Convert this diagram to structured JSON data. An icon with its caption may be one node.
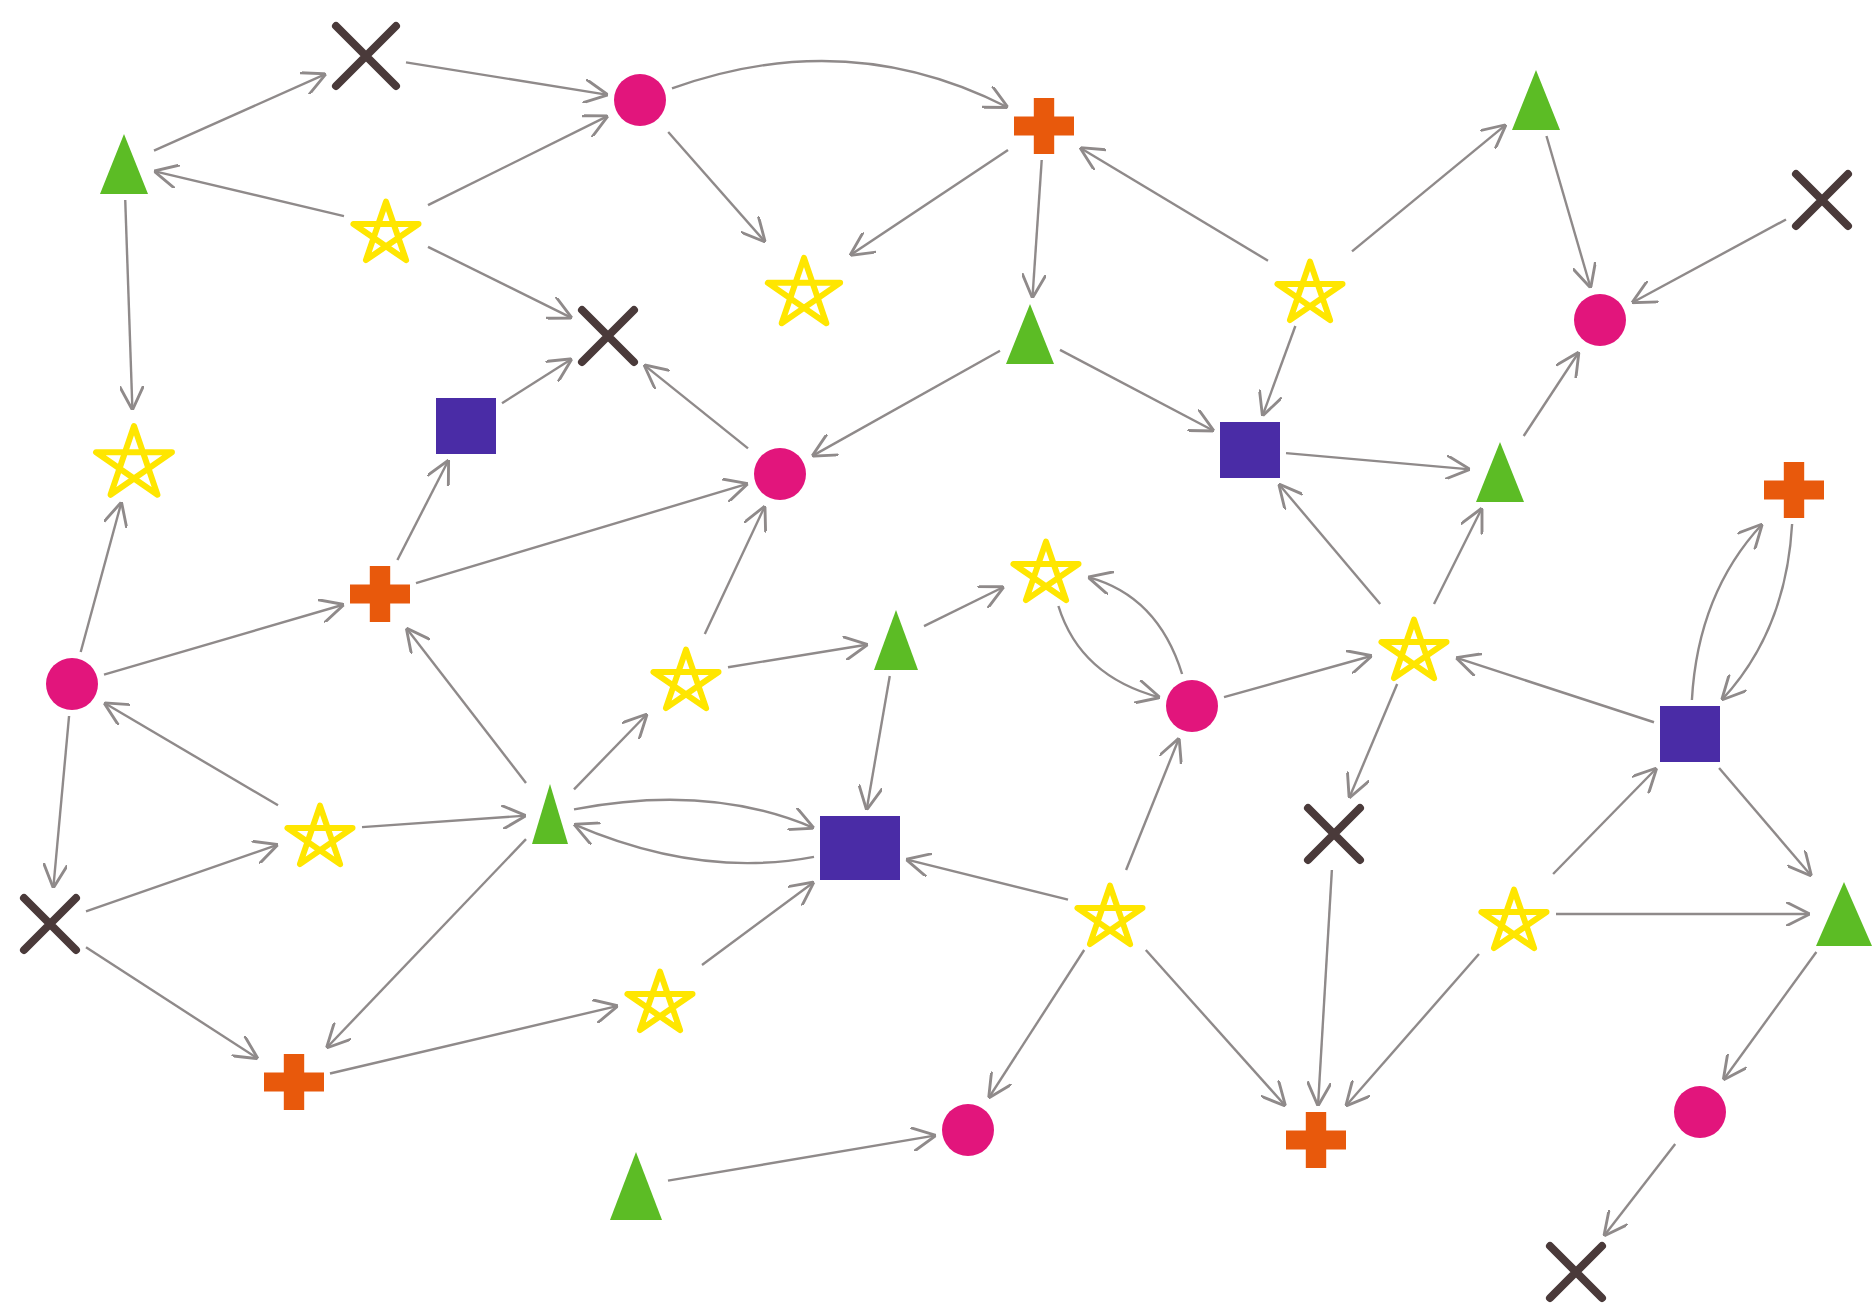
{
  "diagram": {
    "nodes": [
      {
        "text": [],
        "shape": "cross"
      },
      {
        "text": [],
        "shape": "circle"
      },
      {
        "text": [],
        "shape": "plus"
      },
      {
        "text": [],
        "shape": "triangle"
      },
      {
        "text": [],
        "shape": "triangle"
      },
      {
        "text": [],
        "shape": "star"
      },
      {
        "text": [],
        "shape": "cross"
      },
      {
        "text": [],
        "shape": "star"
      },
      {
        "text": [],
        "shape": "star"
      },
      {
        "text": [],
        "shape": "triangle"
      },
      {
        "text": [],
        "shape": "cross"
      },
      {
        "text": [],
        "shape": "circle"
      },
      {
        "text": [],
        "shape": "square"
      },
      {
        "text": [],
        "shape": "star"
      },
      {
        "text": [],
        "shape": "square"
      },
      {
        "text": [],
        "shape": "circle"
      },
      {
        "text": [],
        "shape": "triangle"
      },
      {
        "text": [],
        "shape": "plus"
      },
      {
        "text": [],
        "shape": "star"
      },
      {
        "text": [],
        "shape": "plus"
      },
      {
        "text": [],
        "shape": "star"
      },
      {
        "text": [],
        "shape": "triangle"
      },
      {
        "text": [],
        "shape": "star"
      },
      {
        "text": [],
        "shape": "circle"
      },
      {
        "text": [],
        "shape": "circle"
      },
      {
        "text": [],
        "shape": "square"
      },
      {
        "text": [],
        "shape": "star"
      },
      {
        "text": [],
        "shape": "triangle"
      },
      {
        "text": [],
        "shape": "cross"
      },
      {
        "text": [],
        "shape": "square"
      },
      {
        "text": [],
        "shape": "star"
      },
      {
        "text": [],
        "shape": "star"
      },
      {
        "text": [],
        "shape": "triangle"
      },
      {
        "text": [],
        "shape": "cross"
      },
      {
        "text": [],
        "shape": "star"
      },
      {
        "text": [],
        "shape": "plus"
      },
      {
        "text": [],
        "shape": "circle"
      },
      {
        "text": [],
        "shape": "triangle"
      },
      {
        "text": [],
        "shape": "plus"
      },
      {
        "text": [],
        "shape": "circle"
      },
      {
        "text": [],
        "shape": "cross"
      }
    ],
    "edges": [
      {
        "from": 4,
        "to": 0,
        "arrow": "to"
      },
      {
        "from": 0,
        "to": 1,
        "arrow": "to"
      },
      {
        "from": 1,
        "to": 2,
        "arrow": "to"
      },
      {
        "from": 1,
        "to": 7,
        "arrow": "to"
      },
      {
        "from": 5,
        "to": 4,
        "arrow": "to"
      },
      {
        "from": 5,
        "to": 1,
        "arrow": "to"
      },
      {
        "from": 5,
        "to": 10,
        "arrow": "to"
      },
      {
        "from": 4,
        "to": 13,
        "arrow": "to"
      },
      {
        "from": 2,
        "to": 7,
        "arrow": "to"
      },
      {
        "from": 2,
        "to": 9,
        "arrow": "to"
      },
      {
        "from": 8,
        "to": 2,
        "arrow": "to"
      },
      {
        "from": 8,
        "to": 3,
        "arrow": "to"
      },
      {
        "from": 3,
        "to": 11,
        "arrow": "to"
      },
      {
        "from": 6,
        "to": 11,
        "arrow": "to"
      },
      {
        "from": 8,
        "to": 14,
        "arrow": "to"
      },
      {
        "from": 9,
        "to": 14,
        "arrow": "to"
      },
      {
        "from": 9,
        "to": 15,
        "arrow": "to"
      },
      {
        "from": 15,
        "to": 10,
        "arrow": "to"
      },
      {
        "from": 12,
        "to": 10,
        "arrow": "to"
      },
      {
        "from": 19,
        "to": 12,
        "arrow": "to"
      },
      {
        "from": 19,
        "to": 15,
        "arrow": "to"
      },
      {
        "from": 14,
        "to": 16,
        "arrow": "to"
      },
      {
        "from": 16,
        "to": 11,
        "arrow": "to"
      },
      {
        "from": 22,
        "to": 14,
        "arrow": "to"
      },
      {
        "from": 22,
        "to": 16,
        "arrow": "to"
      },
      {
        "from": 23,
        "to": 13,
        "arrow": "to"
      },
      {
        "from": 23,
        "to": 19,
        "arrow": "to"
      },
      {
        "from": 23,
        "to": 33,
        "arrow": "to"
      },
      {
        "from": 26,
        "to": 23,
        "arrow": "to"
      },
      {
        "from": 27,
        "to": 19,
        "arrow": "to"
      },
      {
        "from": 26,
        "to": 27,
        "arrow": "to"
      },
      {
        "from": 33,
        "to": 26,
        "arrow": "to"
      },
      {
        "from": 33,
        "to": 35,
        "arrow": "to"
      },
      {
        "from": 27,
        "to": 20,
        "arrow": "to"
      },
      {
        "from": 20,
        "to": 15,
        "arrow": "to"
      },
      {
        "from": 20,
        "to": 21,
        "arrow": "to"
      },
      {
        "from": 27,
        "to": 29,
        "arrow": "to"
      },
      {
        "from": 29,
        "to": 27,
        "arrow": "to"
      },
      {
        "from": 27,
        "to": 35,
        "arrow": "to"
      },
      {
        "from": 35,
        "to": 34,
        "arrow": "to"
      },
      {
        "from": 34,
        "to": 29,
        "arrow": "to"
      },
      {
        "from": 21,
        "to": 29,
        "arrow": "to"
      },
      {
        "from": 21,
        "to": 18,
        "arrow": "to"
      },
      {
        "from": 18,
        "to": 24,
        "arrow": "to"
      },
      {
        "from": 24,
        "to": 18,
        "arrow": "to"
      },
      {
        "from": 24,
        "to": 22,
        "arrow": "to"
      },
      {
        "from": 30,
        "to": 24,
        "arrow": "to"
      },
      {
        "from": 30,
        "to": 29,
        "arrow": "to"
      },
      {
        "from": 30,
        "to": 36,
        "arrow": "to"
      },
      {
        "from": 30,
        "to": 38,
        "arrow": "to"
      },
      {
        "from": 22,
        "to": 28,
        "arrow": "to"
      },
      {
        "from": 28,
        "to": 38,
        "arrow": "to"
      },
      {
        "from": 31,
        "to": 38,
        "arrow": "to"
      },
      {
        "from": 31,
        "to": 25,
        "arrow": "to"
      },
      {
        "from": 31,
        "to": 32,
        "arrow": "to"
      },
      {
        "from": 25,
        "to": 22,
        "arrow": "to"
      },
      {
        "from": 25,
        "to": 17,
        "arrow": "to"
      },
      {
        "from": 17,
        "to": 25,
        "arrow": "to"
      },
      {
        "from": 25,
        "to": 32,
        "arrow": "to"
      },
      {
        "from": 32,
        "to": 39,
        "arrow": "to"
      },
      {
        "from": 39,
        "to": 40,
        "arrow": "to"
      },
      {
        "from": 37,
        "to": 36,
        "arrow": "to"
      }
    ]
  }
}
